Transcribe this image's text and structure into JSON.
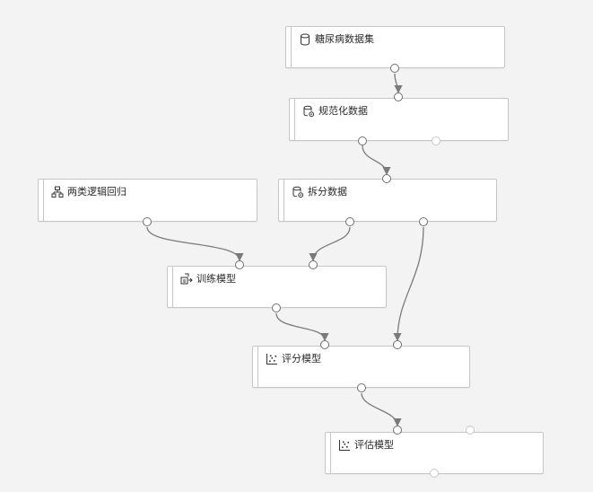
{
  "modules": {
    "dataset": {
      "label": "糖尿病数据集",
      "icon": "database-icon"
    },
    "normalize": {
      "label": "规范化数据",
      "icon": "database-gear-icon"
    },
    "logistic": {
      "label": "两类逻辑回归",
      "icon": "hierarchy-icon"
    },
    "split": {
      "label": "拆分数据",
      "icon": "database-gear-icon"
    },
    "train": {
      "label": "训练模型",
      "icon": "train-model-icon"
    },
    "score": {
      "label": "评分模型",
      "icon": "scatter-plot-icon"
    },
    "evaluate": {
      "label": "评估模型",
      "icon": "scatter-plot-icon"
    }
  },
  "colors": {
    "canvas": "#f3f3f3",
    "node_border": "#c6c6c6",
    "edge": "#7a7a7a",
    "text": "#2b2b2b"
  }
}
